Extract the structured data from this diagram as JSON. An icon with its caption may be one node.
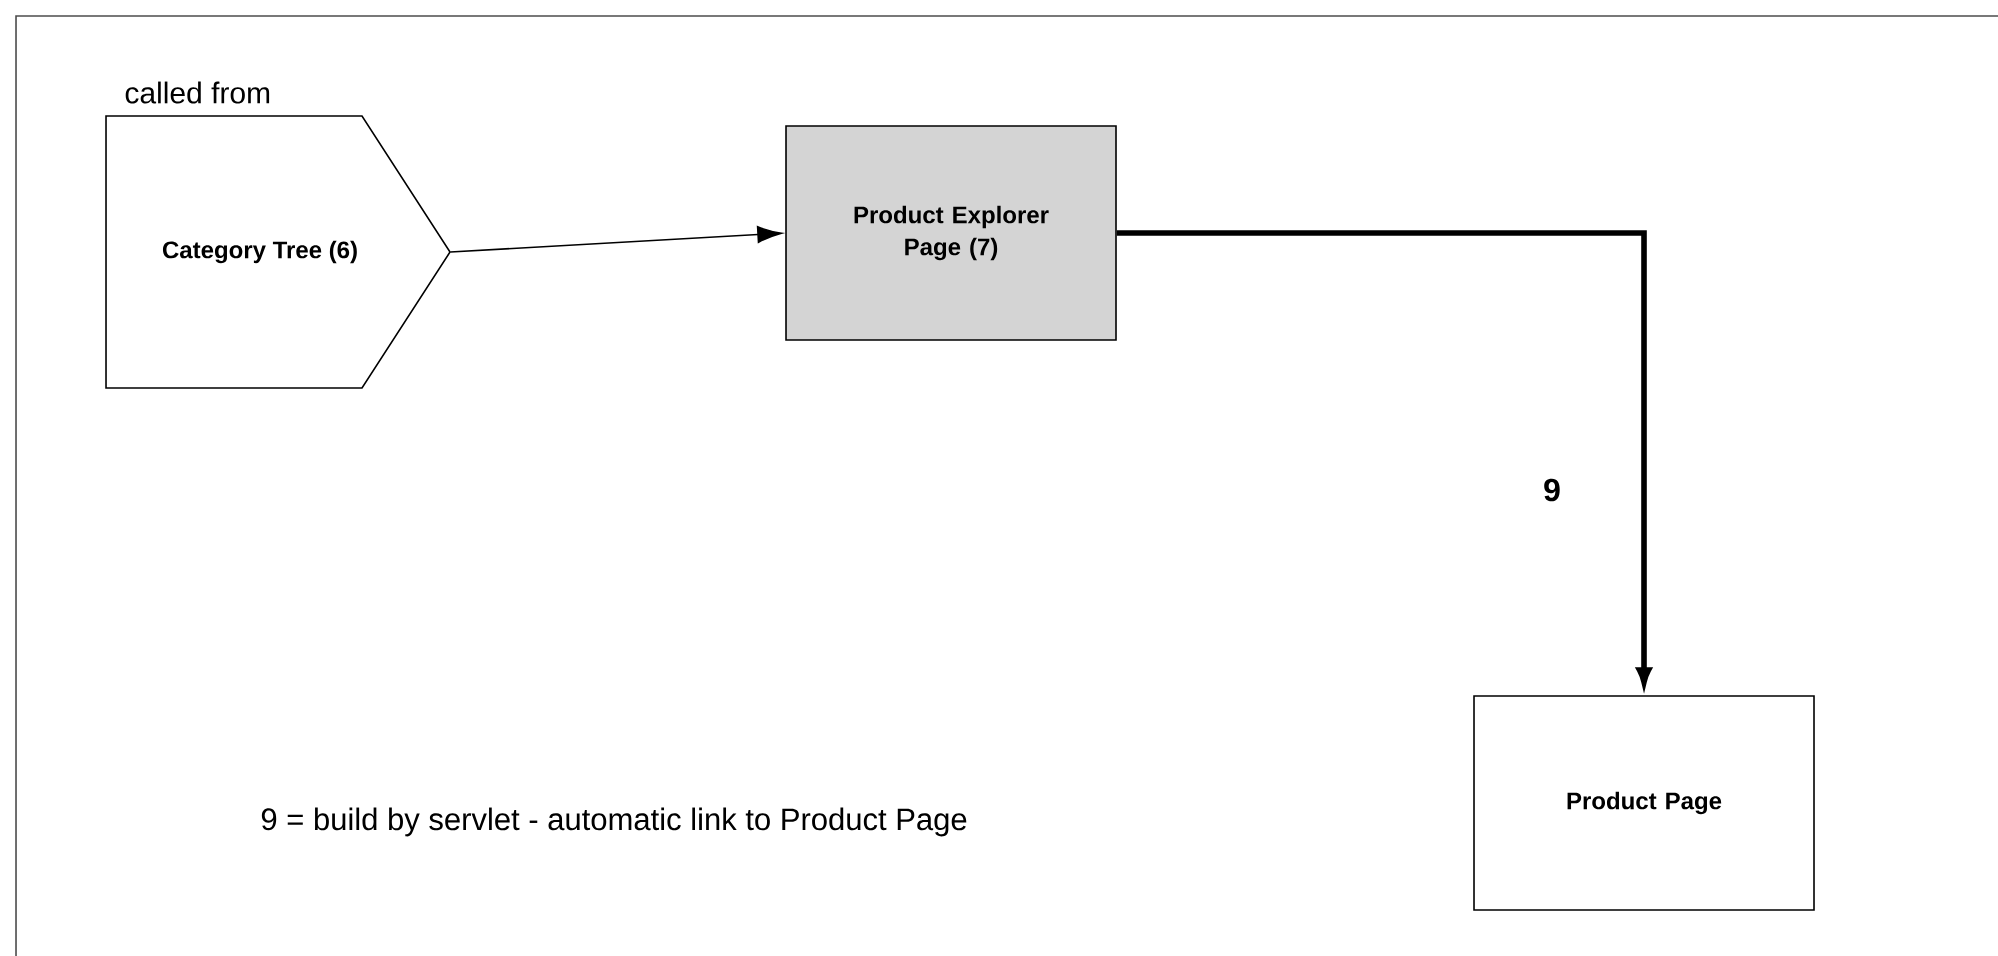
{
  "diagram": {
    "nodes": [
      {
        "text": [
          "called from",
          "Category Tree (6)"
        ]
      },
      {
        "text": [
          "Product Explorer Page (7)"
        ]
      },
      {
        "text": [
          "Product Page"
        ]
      }
    ],
    "edges": [
      {
        "from": 0,
        "to": 1,
        "arrow": "to"
      },
      {
        "from": 1,
        "to": 2,
        "arrow": "to",
        "label": "9",
        "style": "thick"
      }
    ],
    "labels": [
      "9 = build by servlet - automatic link to Product Page"
    ]
  }
}
